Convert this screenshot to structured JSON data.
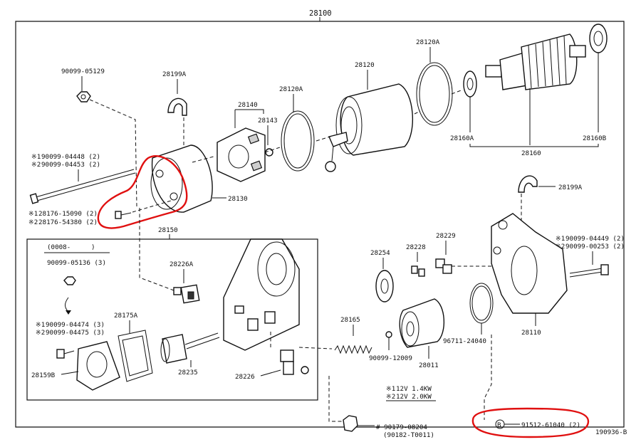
{
  "diagram": {
    "assembly_number": "28100",
    "figure_id": "190936-B",
    "labels": {
      "p90099_05129": "90099-05129",
      "p28199A_top": "28199A",
      "p28140": "28140",
      "p28143": "28143",
      "p28120A_left": "28120A",
      "p28120": "28120",
      "p28120A_right": "28120A",
      "p28160A": "28160A",
      "p28160": "28160",
      "p28160B": "28160B",
      "bolt_long_1": "90099-04448 (2)",
      "bolt_long_2": "90099-04453 (2)",
      "p28130": "28130",
      "screw_1": "28176-15090 (2)",
      "screw_2": "28176-54380 (2)",
      "p28150": "28150",
      "date_range": "(0008-",
      "date_close": ")",
      "p90099_05136": "90099-05136 (3)",
      "bolt_small_1": "90099-04474 (3)",
      "bolt_small_2": "90099-04475 (3)",
      "p28159B": "28159B",
      "p28175A": "28175A",
      "p28226A": "28226A",
      "p28235": "28235",
      "p28226": "28226",
      "p28199A_right": "28199A",
      "bolt_right_1": "90099-04449 (2)",
      "bolt_right_2": "90099-00253 (2)",
      "p28254": "28254",
      "p28228": "28228",
      "p28229": "28229",
      "p28165": "28165",
      "p90099_12009": "90099-12009",
      "p28011": "28011",
      "p96711_24040": "96711-24040",
      "p28110": "28110",
      "rating_1": "12V 1.4KW",
      "rating_2": "12V 2.0KW",
      "nut_1": "# 90179-08204",
      "nut_2": "(90182-T0011)",
      "std_part": "91512-61040 (2)",
      "std_mark": "B",
      "mark_1": "※1",
      "mark_2": "※2"
    },
    "highlight_color": "#e01010"
  }
}
